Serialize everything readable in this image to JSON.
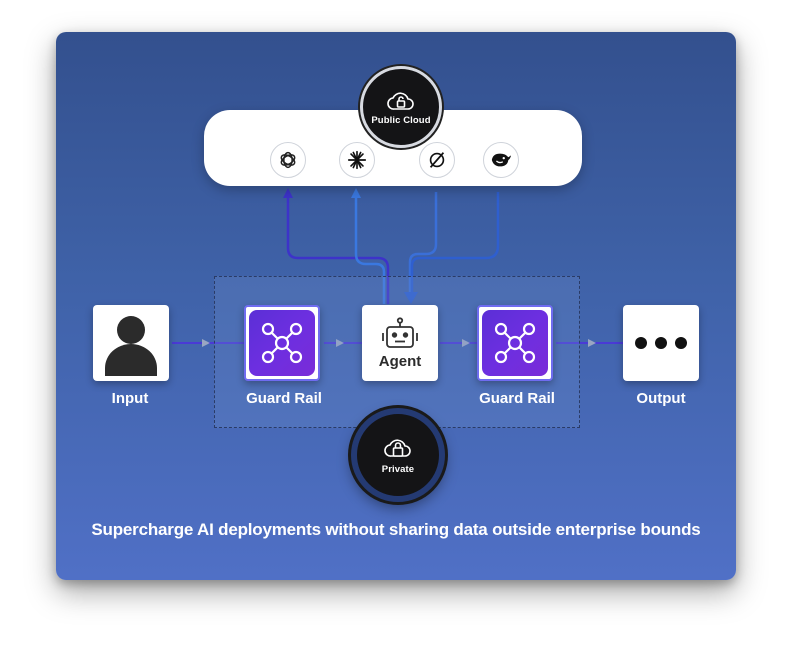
{
  "public_cloud": {
    "label": "Public Cloud",
    "icon": "cloud-lock-icon"
  },
  "providers": [
    {
      "name": "openai-icon"
    },
    {
      "name": "anthropic-icon"
    },
    {
      "name": "grok-icon"
    },
    {
      "name": "deepseek-icon"
    }
  ],
  "flow": {
    "input": {
      "label": "Input",
      "icon": "person-icon"
    },
    "guard_rail_1": {
      "label": "Guard Rail",
      "icon": "network-icon"
    },
    "agent": {
      "label": "Agent",
      "icon": "robot-icon"
    },
    "guard_rail_2": {
      "label": "Guard Rail",
      "icon": "network-icon"
    },
    "output": {
      "label": "Output",
      "icon": "ellipsis-icon"
    }
  },
  "private": {
    "label": "Private",
    "icon": "cloud-lock-icon"
  },
  "tagline": "Supercharge AI deployments without sharing data outside enterprise bounds",
  "colors": {
    "background_top": "#33508e",
    "background_bottom": "#5070c6",
    "guard_rail": "#6d2fe0",
    "arrow_up": "#4a3ad6",
    "arrow_down": "#3a78e0"
  }
}
